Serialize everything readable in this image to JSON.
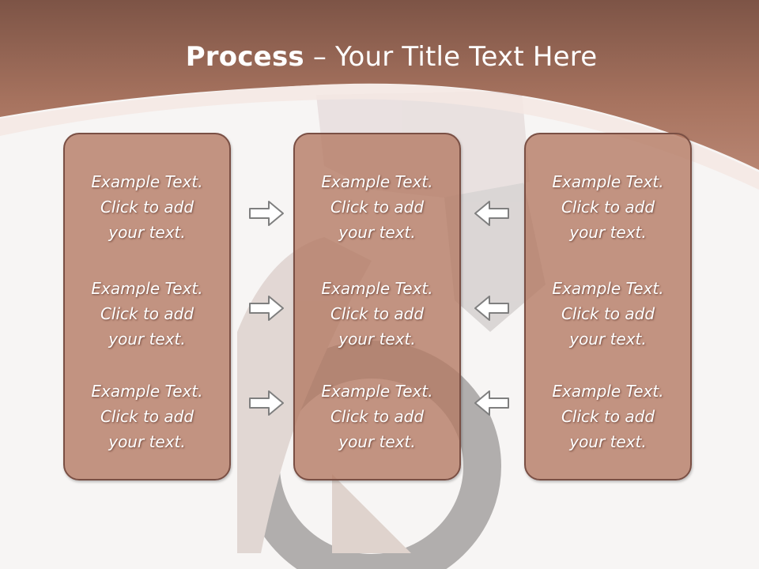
{
  "title": {
    "bold": "Process",
    "rest": " – Your Title Text Here"
  },
  "columns": [
    {
      "items": [
        [
          "Example Text.",
          "Click  to add",
          "your text."
        ],
        [
          "Example Text.",
          "Click  to add",
          "your text."
        ],
        [
          "Example Text.",
          "Click  to add",
          "your text."
        ]
      ]
    },
    {
      "items": [
        [
          "Example Text.",
          "Click  to add",
          "your text."
        ],
        [
          "Example Text.",
          "Click  to add",
          "your text."
        ],
        [
          "Example Text.",
          "Click  to add",
          "your text."
        ]
      ]
    },
    {
      "items": [
        [
          "Example Text.",
          "Click  to add",
          "your text."
        ],
        [
          "Example Text.",
          "Click  to add",
          "your text."
        ],
        [
          "Example Text.",
          "Click  to add",
          "your text."
        ]
      ]
    }
  ],
  "arrows": {
    "left_column_to_center": [
      "arrow-right-icon",
      "arrow-right-icon",
      "arrow-right-icon"
    ],
    "right_column_to_center": [
      "arrow-left-icon",
      "arrow-left-icon",
      "arrow-left-icon"
    ]
  },
  "colors": {
    "header_band": "#a87562",
    "box_fill": "#b47a64",
    "box_border": "#7a4f44",
    "text": "#ffffff"
  }
}
